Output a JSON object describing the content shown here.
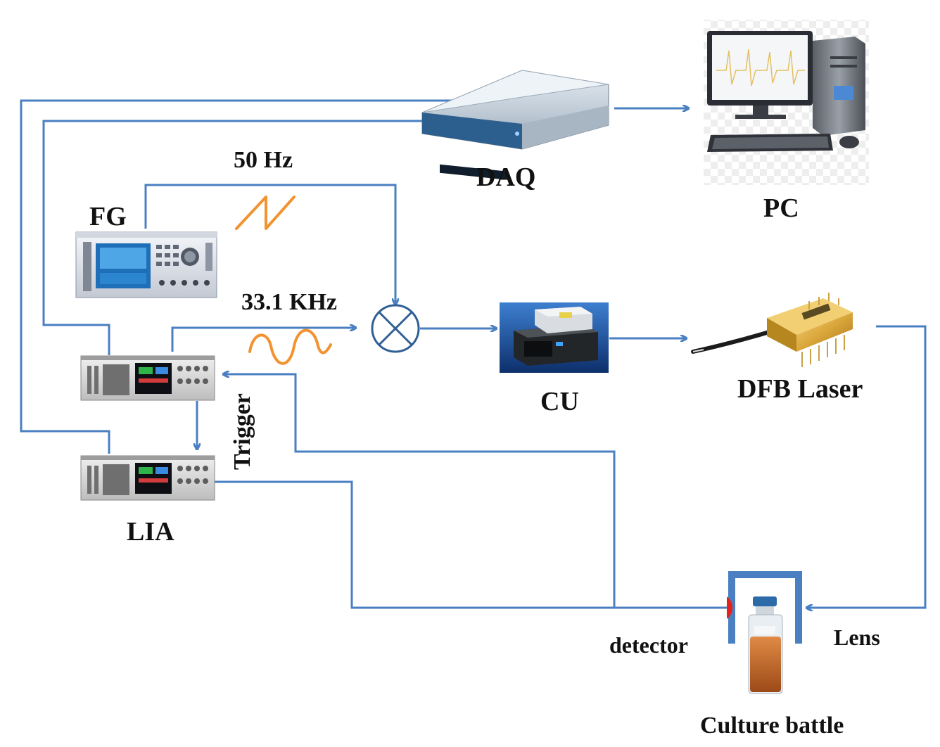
{
  "labels": {
    "daq": "DAQ",
    "pc": "PC",
    "fg": "FG",
    "freq_ramp": "50 Hz",
    "freq_sine": "33.1 KHz",
    "cu": "CU",
    "dfb_laser": "DFB Laser",
    "lia": "LIA",
    "trigger": "Trigger",
    "detector": "detector",
    "lens": "Lens",
    "culture_bottle": "Culture battle"
  },
  "colors": {
    "wire": "#4a7fc1",
    "signal": "#f29332",
    "detector": "#e8201a",
    "label": "#111111"
  }
}
